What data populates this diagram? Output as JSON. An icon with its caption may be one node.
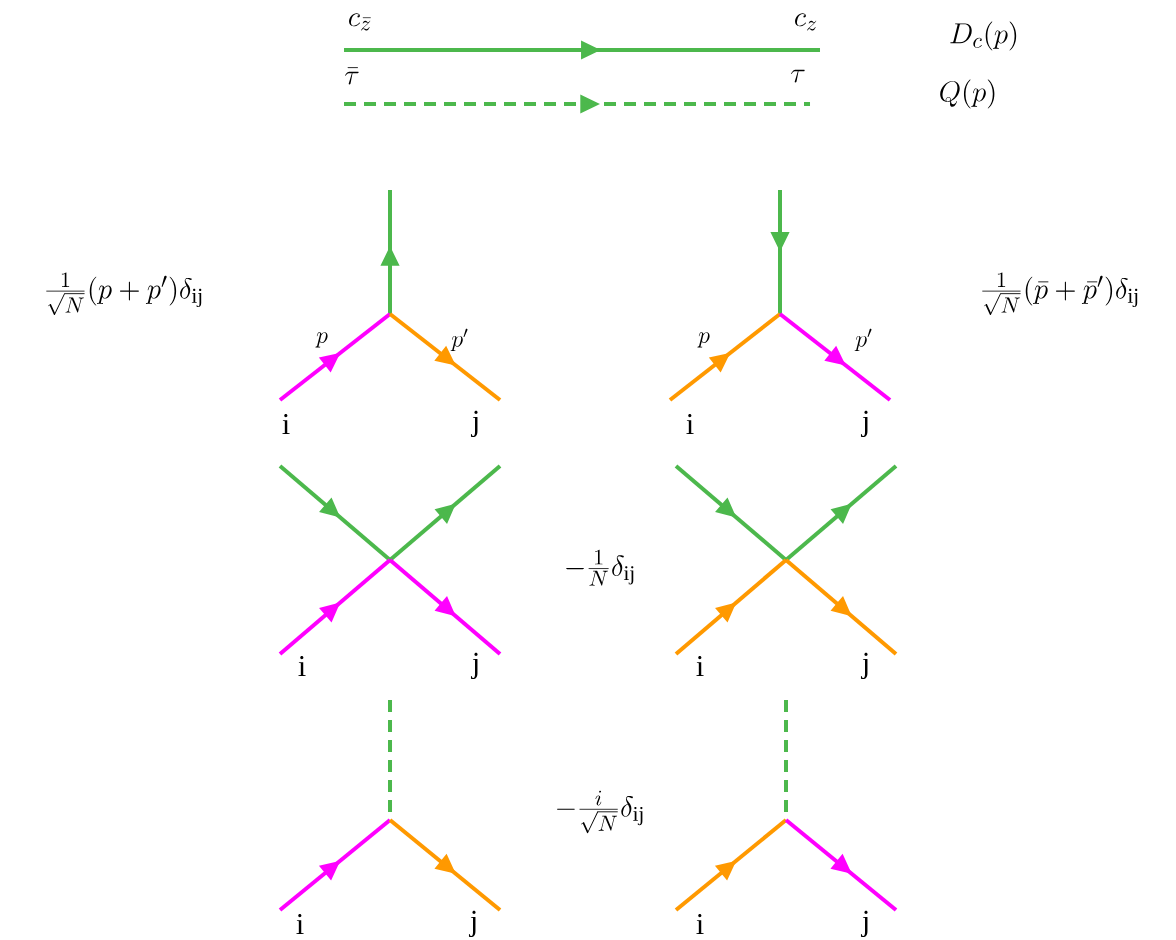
{
  "diagram": {
    "labels": [
      "c_{\\bar{z}}",
      "c_{z}",
      "D_{c}(p)",
      "\\bar{\\tau}",
      "\\tau",
      "Q(p)",
      "\\frac{1}{\\sqrt{N}}(p+p')\\delta_{\\mathrm{ij}}",
      "p",
      "p'",
      "p",
      "p'",
      "\\frac{1}{\\sqrt{N}}(\\bar{p}+\\bar{p}')\\delta_{\\mathrm{ij}}",
      "\\mathrm{i}",
      "\\mathrm{j}",
      "\\mathrm{i}",
      "\\mathrm{j}",
      "-\\frac{1}{N}\\delta_{\\mathrm{ij}}",
      "\\mathrm{i}",
      "\\mathrm{j}",
      "\\mathrm{i}",
      "\\mathrm{j}",
      "-\\frac{i}{\\sqrt{N}}\\delta_{\\mathrm{ij}}",
      "\\mathrm{i}",
      "\\mathrm{j}",
      "\\mathrm{i}",
      "\\mathrm{j}"
    ]
  }
}
